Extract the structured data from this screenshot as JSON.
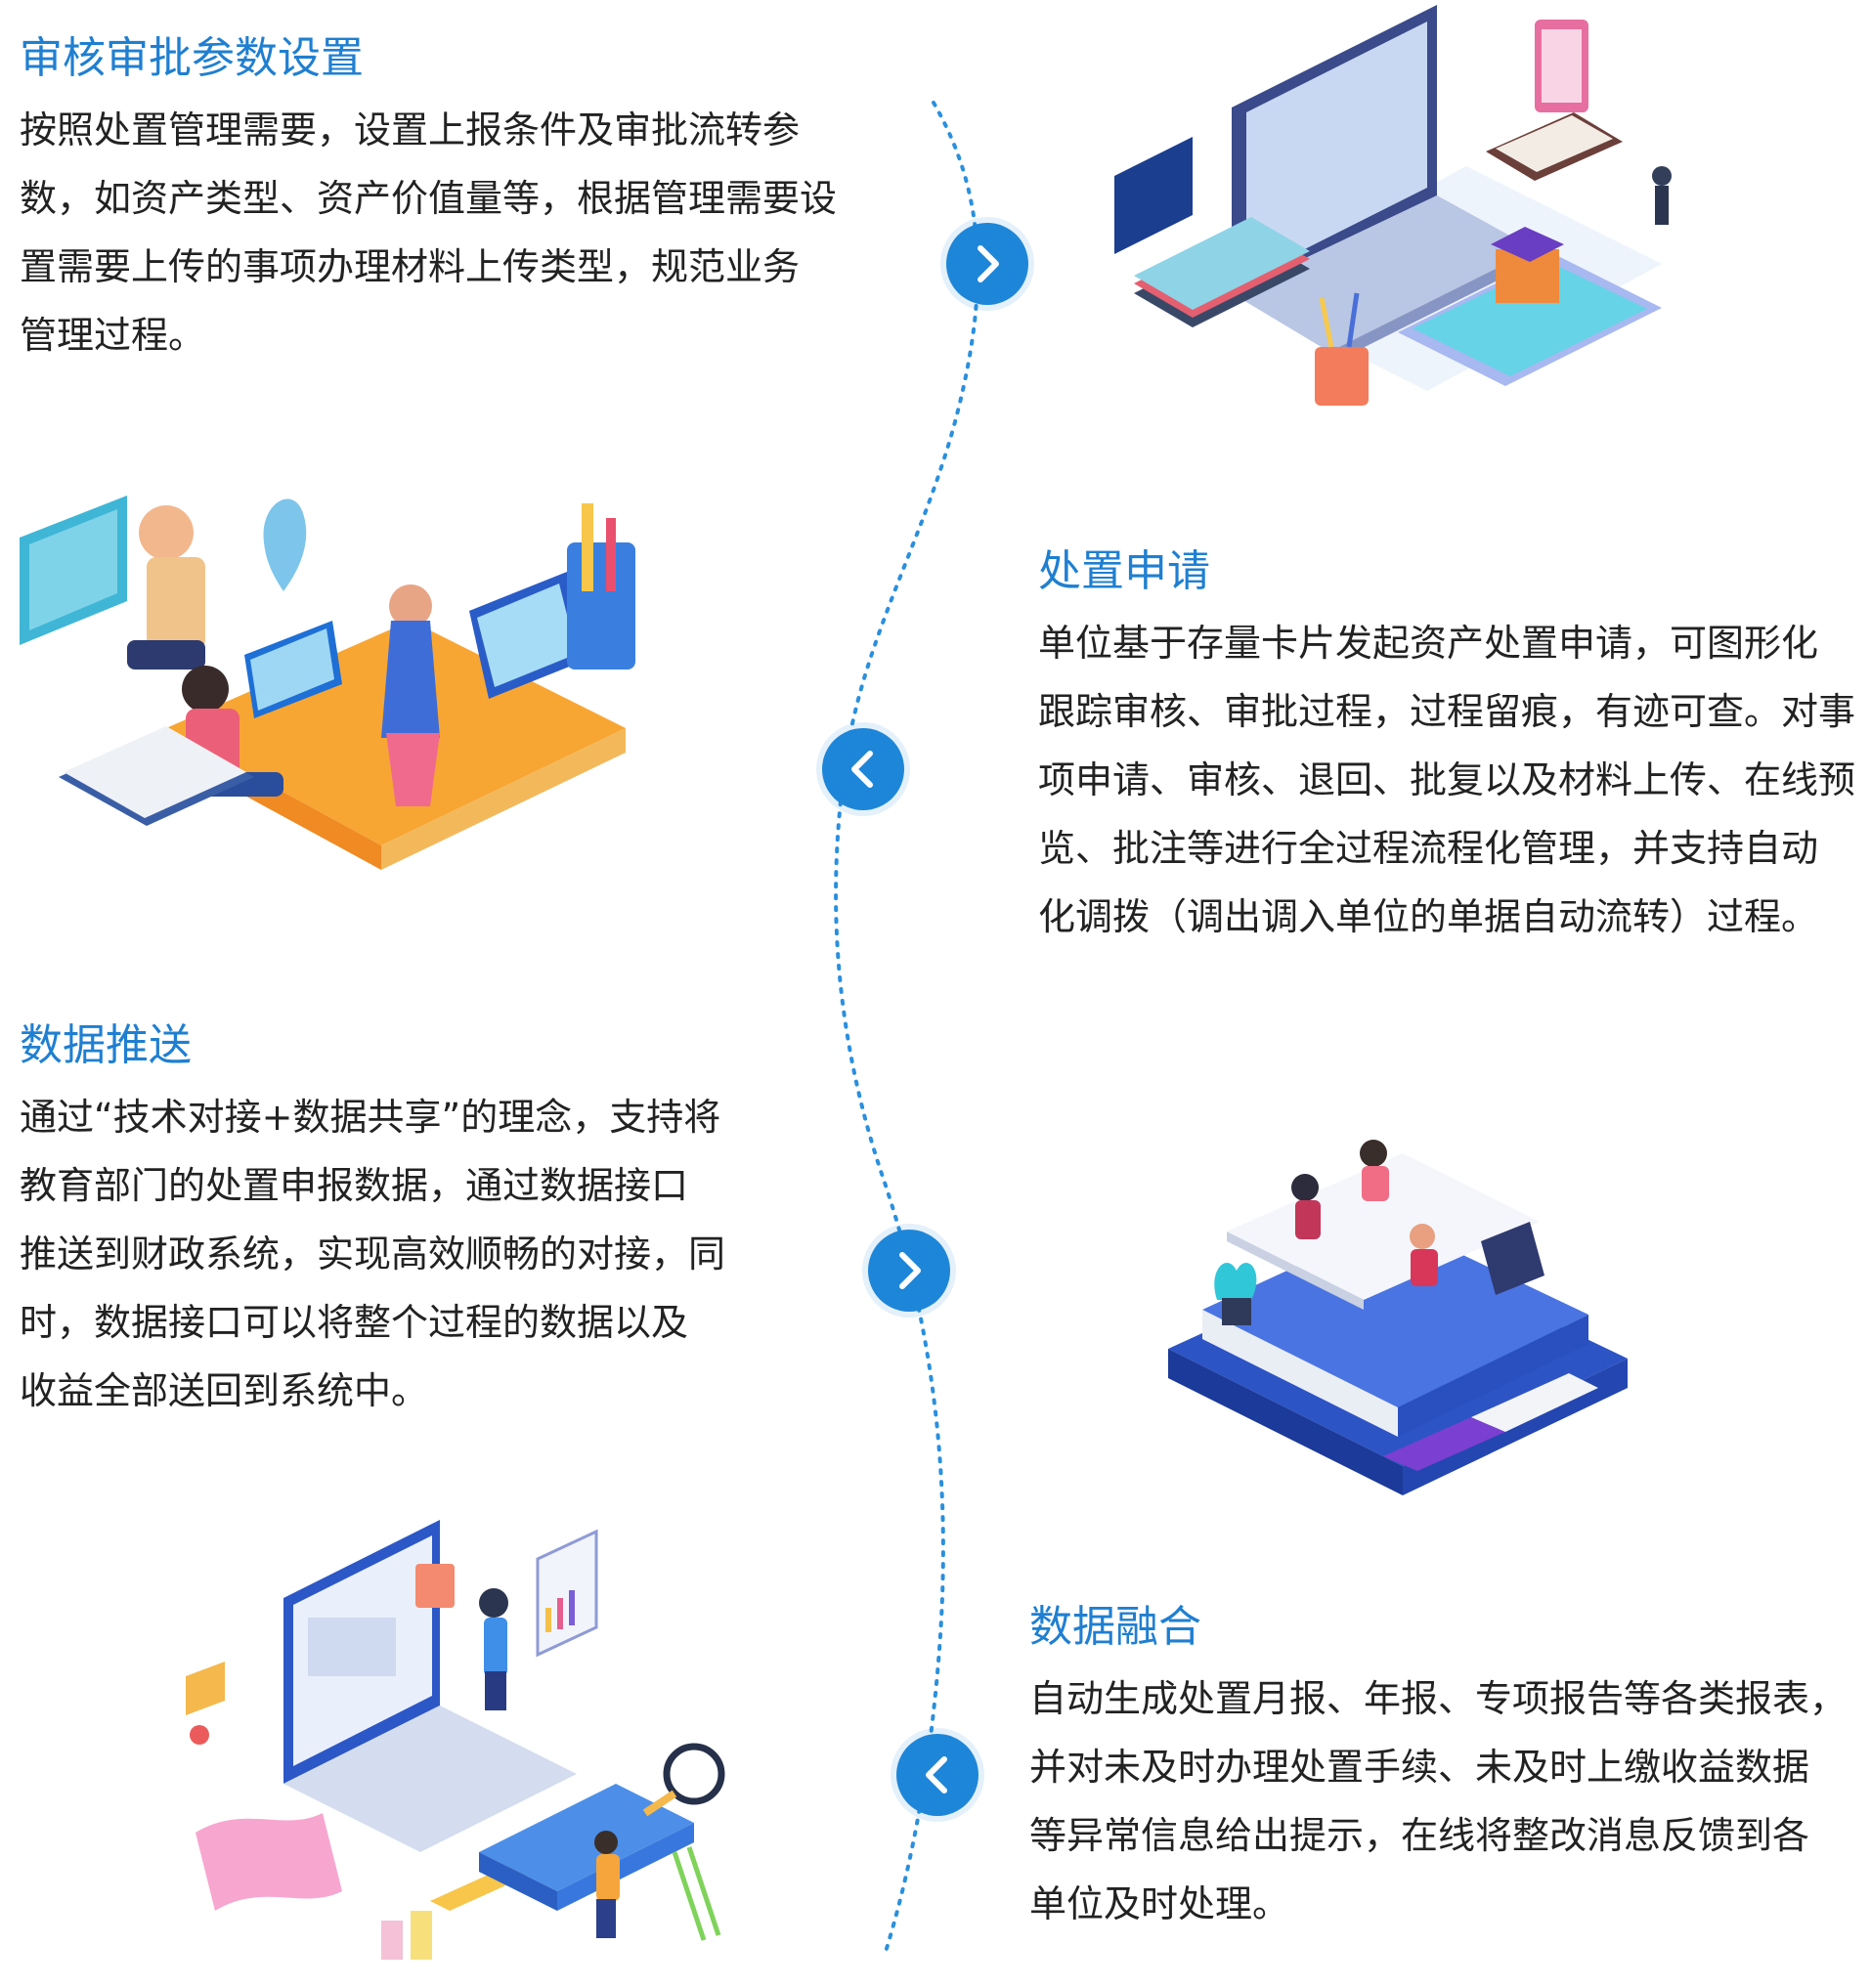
{
  "sections": [
    {
      "title": "审核审批参数设置",
      "lines": [
        "按照处置管理需要，设置上报条件及审批流转参",
        "数，如资产类型、资产价值量等，根据管理需要设",
        "置需要上传的事项办理材料上传类型，规范业务",
        "管理过程。"
      ]
    },
    {
      "title": "处置申请",
      "lines": [
        "单位基于存量卡片发起资产处置申请，可图形化",
        "跟踪审核、审批过程，过程留痕，有迹可查。对事",
        "项申请、审核、退回、批复以及材料上传、在线预",
        "览、批注等进行全过程流程化管理，并支持自动",
        "化调拨（调出调入单位的单据自动流转）过程。"
      ]
    },
    {
      "title": "数据推送",
      "lines": [
        "通过“技术对接+数据共享”的理念，支持将",
        "教育部门的处置申报数据，通过数据接口",
        "推送到财政系统，实现高效顺畅的对接，同",
        "时，数据接口可以将整个过程的数据以及",
        "收益全部送回到系统中。"
      ]
    },
    {
      "title": "数据融合",
      "lines": [
        "自动生成处置月报、年报、专项报告等各类报表，",
        "并对未及时办理处置手续、未及时上缴收益数据",
        "等异常信息给出提示，在线将整改消息反馈到各",
        "单位及时处理。"
      ]
    }
  ],
  "nodes": [
    {
      "direction": "right",
      "icon": "chevron-right-icon"
    },
    {
      "direction": "left",
      "icon": "chevron-left-icon"
    },
    {
      "direction": "right",
      "icon": "chevron-right-icon"
    },
    {
      "direction": "left",
      "icon": "chevron-left-icon"
    }
  ],
  "colors": {
    "accent": "#1f7fd1",
    "node": "#1e86d8",
    "text": "#222222",
    "dotted_line": "#2a8fde"
  }
}
